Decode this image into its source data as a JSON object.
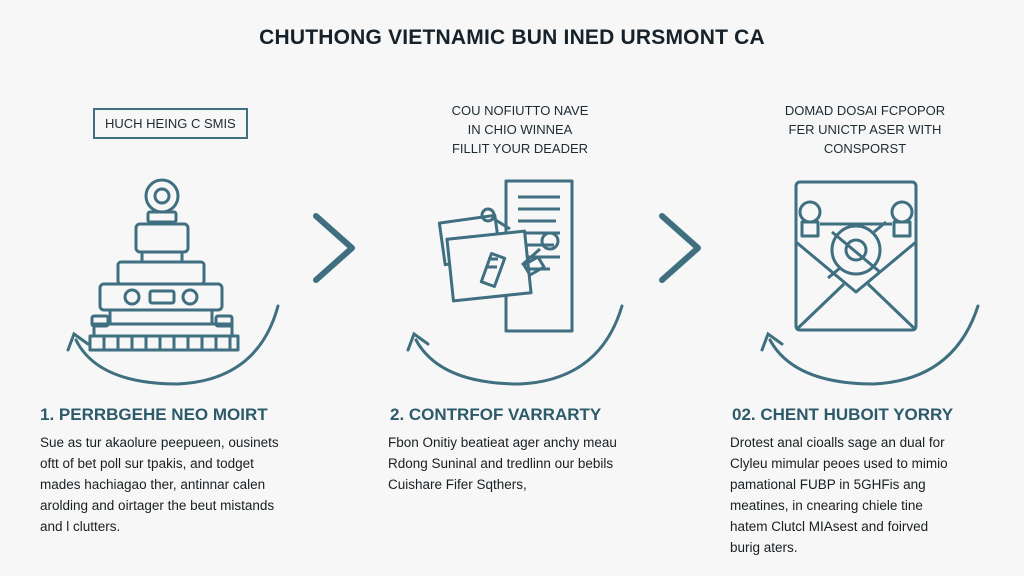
{
  "title": "CHUTHONG VIETNAMIC BUN INED URSMONT CA",
  "colors": {
    "teal": "#3f6f80",
    "heading": "#2d5a6b",
    "background": "#f6f7f6"
  },
  "steps": [
    {
      "caption": "HUCH HEING C SMIS",
      "caption_style": "boxed",
      "illustration": "machine-icon",
      "heading": "1. PERRBGEHE NEO MOIRT",
      "description": "Sue as tur akaolure peepueen, ousinets\noftt of bet poll sur tpakis, and todget\nmades hachiagao ther, antinnar calen\narolding and oirtager the beut mistands\nand l clutters."
    },
    {
      "caption": "COU NOFIUTTO NAVE\nIN CHIO WINNEA\nFILLIT YOUR DEADER",
      "caption_style": "plain",
      "illustration": "document-tools-icon",
      "heading": "2. CONTRFOF VARRARTY",
      "description": "Fbon Onitiy beatieat ager anchy meau\nRdong Suninal and tredlinn our bebils\nCuishare Fifer Sqthers,"
    },
    {
      "caption": "DOMAD DOSAI FCPOPOR\nFER UNICTP ASER WITH\nCONSPORST",
      "caption_style": "plain",
      "illustration": "envelope-gear-icon",
      "heading": "02. CHENT HUBOIT YORRY",
      "description": "Drotest anal cioalls sage an dual for\nClyleu mimular peoes used to mimio\npamational FUBP in 5GHFis ang\nmeatines, in cnearing chiele tine\nhatem Clutcl MIAsest and foirved\nburig aters."
    }
  ],
  "arrows": [
    "chevron-right-icon",
    "chevron-right-icon"
  ]
}
